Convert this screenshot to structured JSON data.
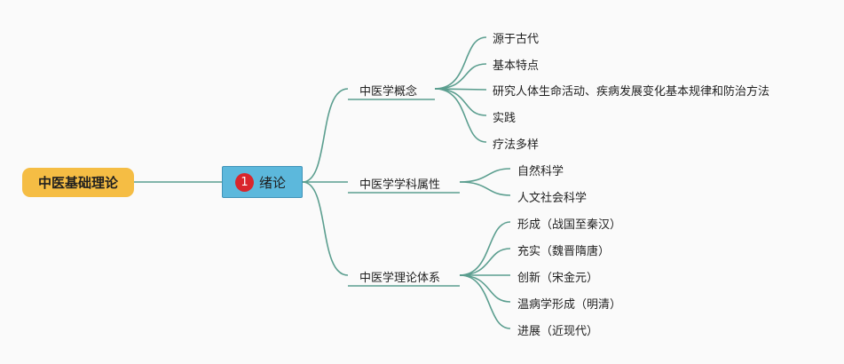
{
  "root": {
    "label": "中医基础理论"
  },
  "main": {
    "badge": "1",
    "label": "绪论"
  },
  "branches": [
    {
      "label": "中医学概念",
      "children": [
        "源于古代",
        "基本特点",
        "研究人体生命活动、疾病发展变化基本规律和防治方法",
        "实践",
        "疗法多样"
      ]
    },
    {
      "label": "中医学学科属性",
      "children": [
        "自然科学",
        "人文社会科学"
      ]
    },
    {
      "label": "中医学理论体系",
      "children": [
        "形成（战国至秦汉）",
        "充实（魏晋隋唐）",
        "创新（宋金元）",
        "温病学形成（明清）",
        "进展（近现代）"
      ]
    }
  ],
  "colors": {
    "line": "#5b9e8f",
    "root_fill": "#f5bd44",
    "main_fill": "#5cb8dc",
    "badge": "#d9262c"
  }
}
